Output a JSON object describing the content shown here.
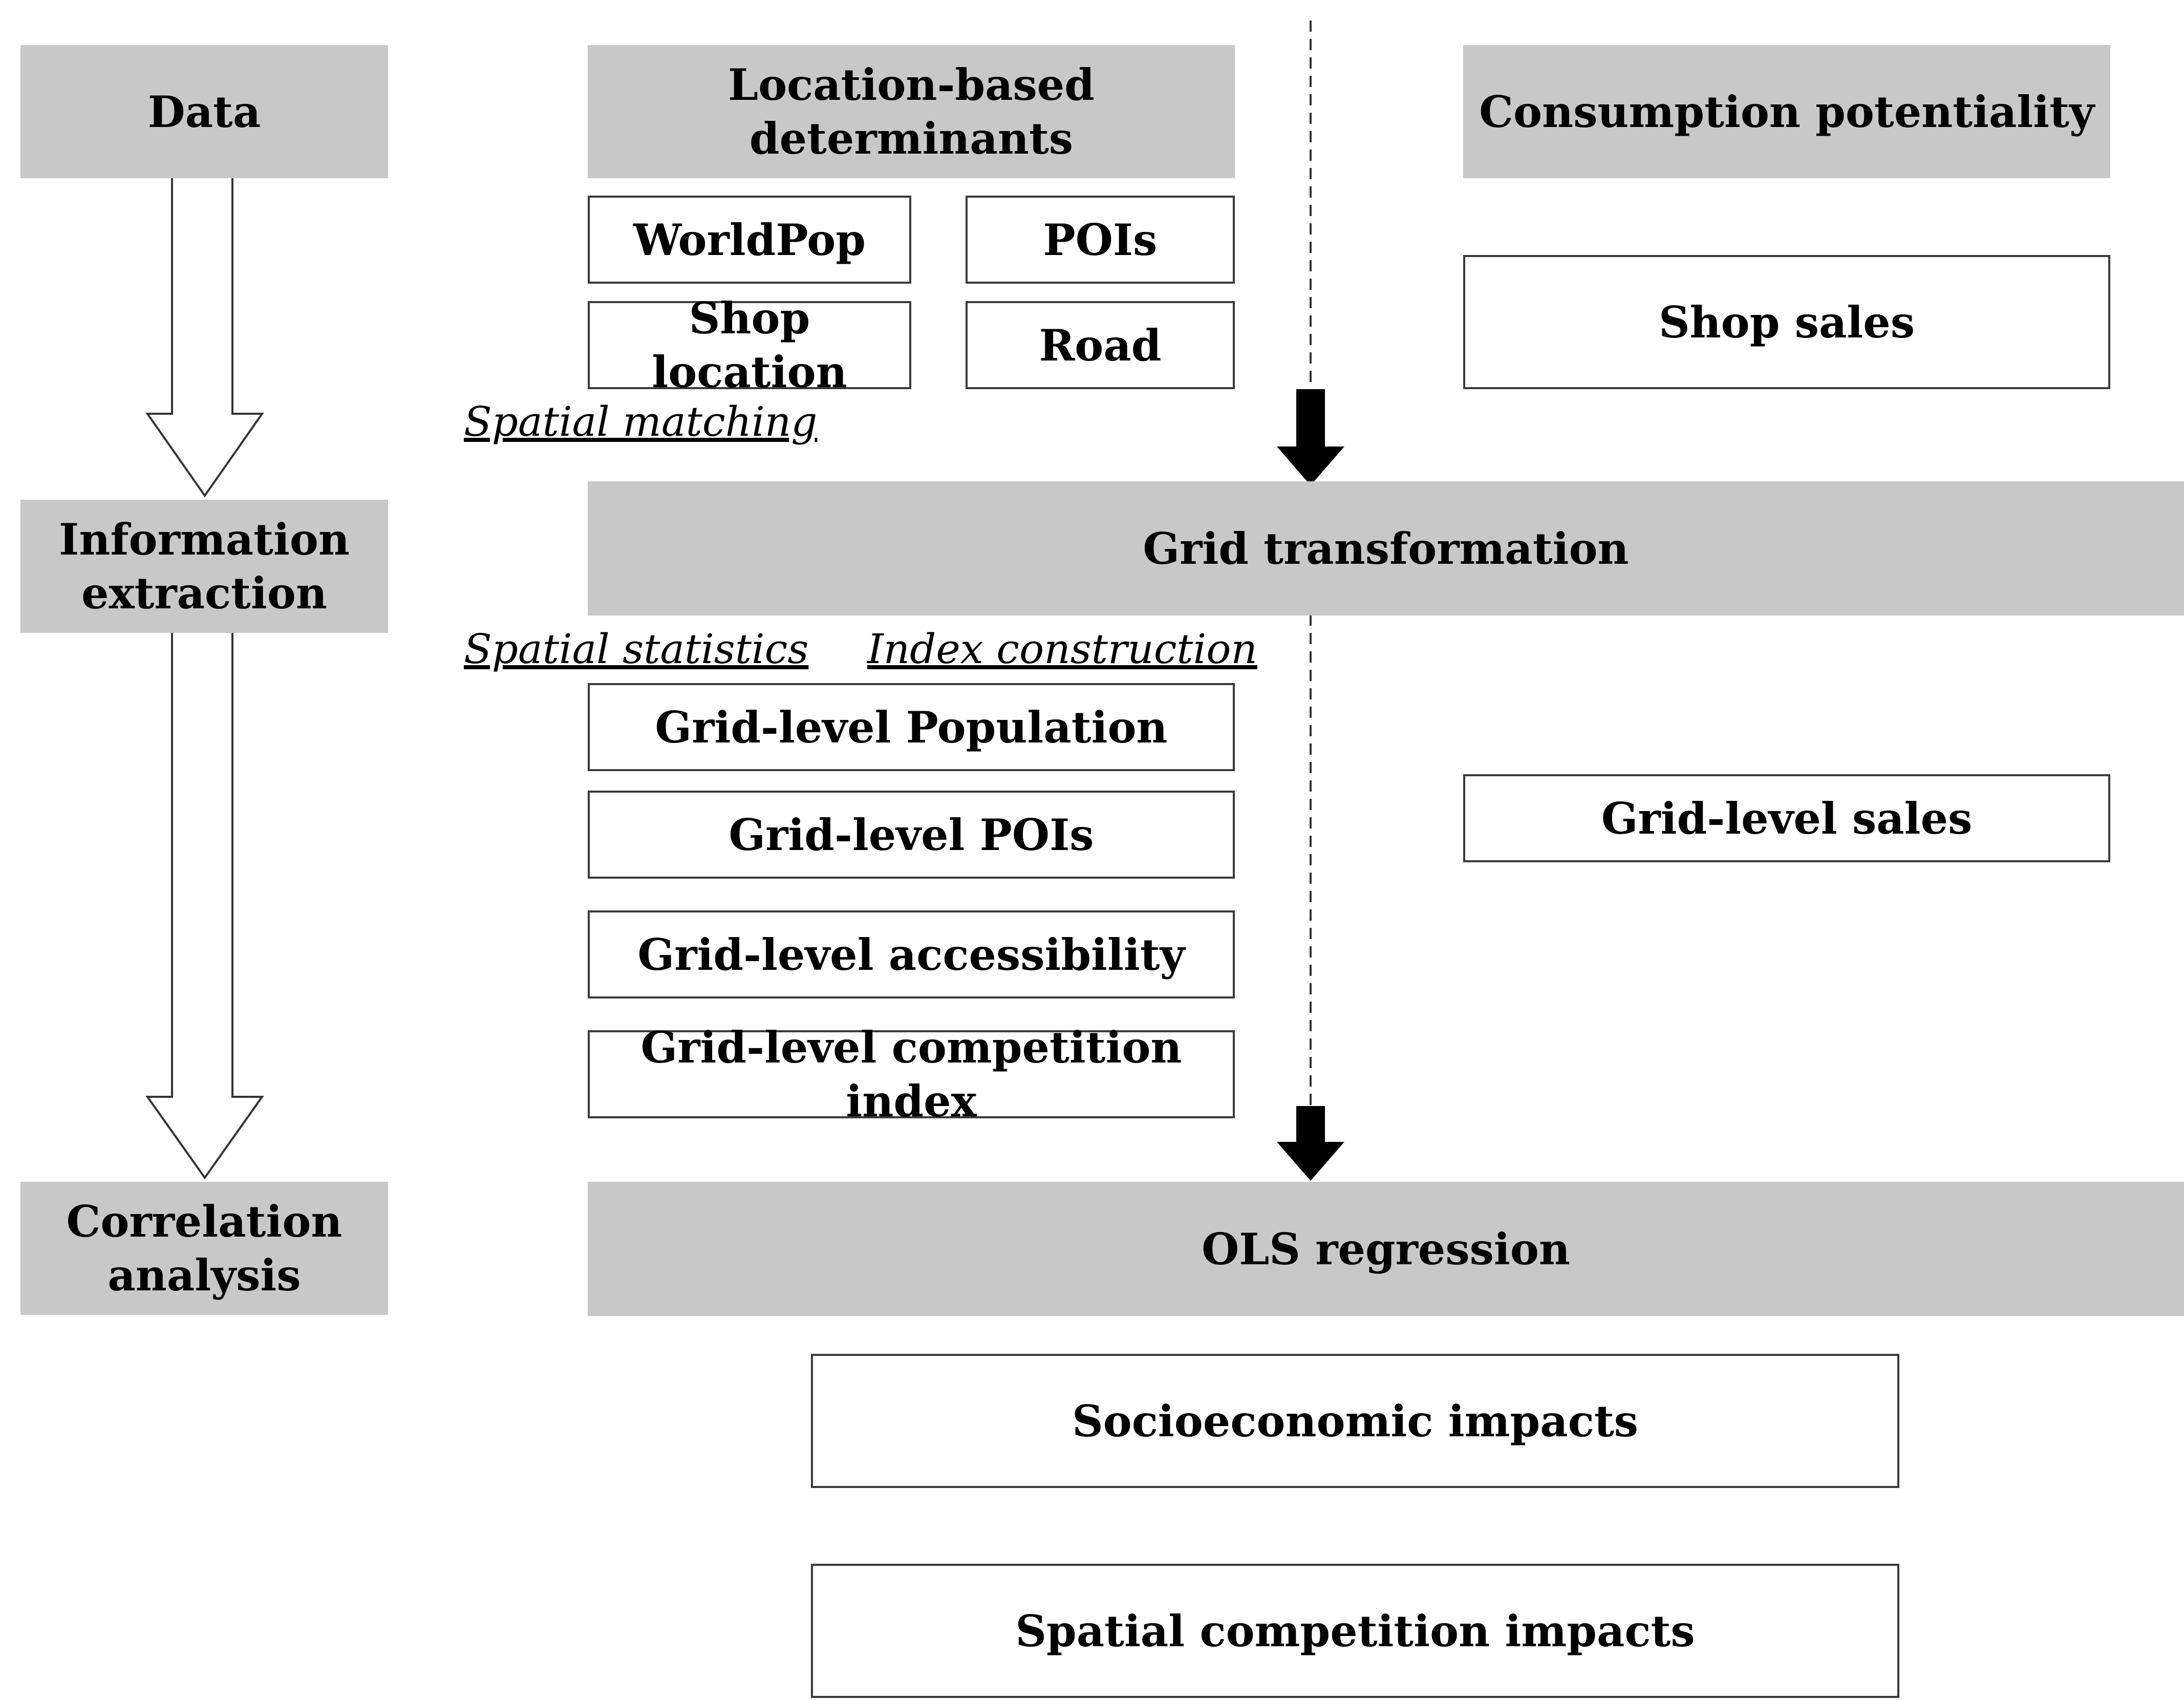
{
  "stages": {
    "data": "Data",
    "information_extraction": [
      "Information",
      "extraction"
    ],
    "correlation_analysis": [
      "Correlation",
      "analysis"
    ]
  },
  "headers": {
    "location_determinants": "Location-based determinants",
    "consumption_potentiality": "Consumption potentiality"
  },
  "data_sources": {
    "worldpop": "WorldPop",
    "pois": "POIs",
    "shop_location": "Shop location",
    "road": "Road",
    "shop_sales": "Shop sales"
  },
  "methods": {
    "spatial_matching": "Spatial matching",
    "spatial_statistics": "Spatial statistics",
    "index_construction": "Index construction"
  },
  "processes": {
    "grid_transformation": "Grid transformation",
    "ols_regression": "OLS regression"
  },
  "grid_variables": {
    "population": "Grid-level Population",
    "pois": "Grid-level POIs",
    "accessibility": "Grid-level accessibility",
    "competition_index": "Grid-level competition index",
    "sales": "Grid-level sales"
  },
  "outcomes": {
    "socioeconomic": "Socioeconomic impacts",
    "spatial_competition": "Spatial competition impacts"
  }
}
